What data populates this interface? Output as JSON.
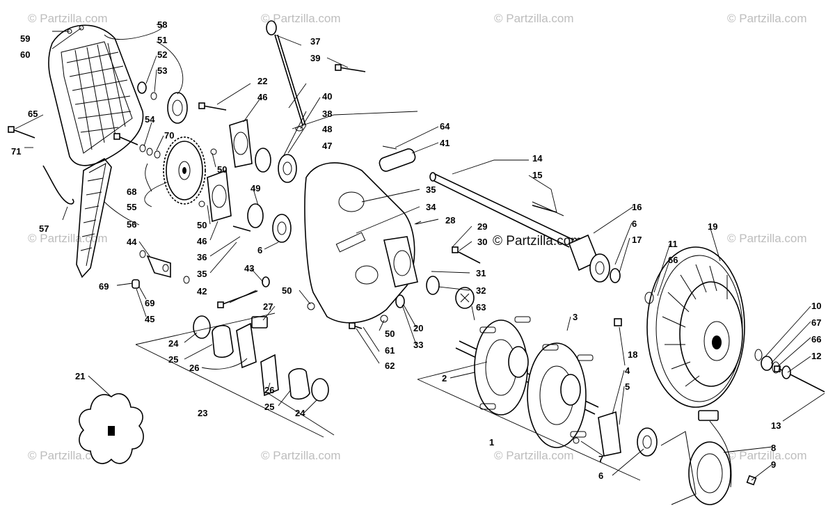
{
  "watermark": {
    "text": "© Partzilla.com"
  },
  "callouts": [
    {
      "id": "c59",
      "text": "59"
    },
    {
      "id": "c60",
      "text": "60"
    },
    {
      "id": "c58",
      "text": "58"
    },
    {
      "id": "c51",
      "text": "51"
    },
    {
      "id": "c52",
      "text": "52"
    },
    {
      "id": "c53",
      "text": "53"
    },
    {
      "id": "c65",
      "text": "65"
    },
    {
      "id": "c71",
      "text": "71"
    },
    {
      "id": "c54",
      "text": "54"
    },
    {
      "id": "c70",
      "text": "70"
    },
    {
      "id": "c22",
      "text": "22"
    },
    {
      "id": "c46a",
      "text": "46"
    },
    {
      "id": "c37",
      "text": "37"
    },
    {
      "id": "c39",
      "text": "39"
    },
    {
      "id": "c40",
      "text": "40"
    },
    {
      "id": "c38",
      "text": "38"
    },
    {
      "id": "c48",
      "text": "48"
    },
    {
      "id": "c47",
      "text": "47"
    },
    {
      "id": "c64",
      "text": "64"
    },
    {
      "id": "c41",
      "text": "41"
    },
    {
      "id": "c50a",
      "text": "50"
    },
    {
      "id": "c49",
      "text": "49"
    },
    {
      "id": "c68",
      "text": "68"
    },
    {
      "id": "c55",
      "text": "55"
    },
    {
      "id": "c56",
      "text": "56"
    },
    {
      "id": "c57",
      "text": "57"
    },
    {
      "id": "c50b",
      "text": "50"
    },
    {
      "id": "c46b",
      "text": "46"
    },
    {
      "id": "c36",
      "text": "36"
    },
    {
      "id": "c35a",
      "text": "35"
    },
    {
      "id": "c6a",
      "text": "6"
    },
    {
      "id": "c35b",
      "text": "35"
    },
    {
      "id": "c34",
      "text": "34"
    },
    {
      "id": "c28",
      "text": "28"
    },
    {
      "id": "c29",
      "text": "29"
    },
    {
      "id": "c30",
      "text": "30"
    },
    {
      "id": "c44",
      "text": "44"
    },
    {
      "id": "c69a",
      "text": "69"
    },
    {
      "id": "c69b",
      "text": "69"
    },
    {
      "id": "c45",
      "text": "45"
    },
    {
      "id": "c43",
      "text": "43"
    },
    {
      "id": "c42",
      "text": "42"
    },
    {
      "id": "c50c",
      "text": "50"
    },
    {
      "id": "c27",
      "text": "27"
    },
    {
      "id": "c31",
      "text": "31"
    },
    {
      "id": "c32",
      "text": "32"
    },
    {
      "id": "c63",
      "text": "63"
    },
    {
      "id": "c20",
      "text": "20"
    },
    {
      "id": "c33",
      "text": "33"
    },
    {
      "id": "c50d",
      "text": "50"
    },
    {
      "id": "c61",
      "text": "61"
    },
    {
      "id": "c62",
      "text": "62"
    },
    {
      "id": "c14",
      "text": "14"
    },
    {
      "id": "c15",
      "text": "15"
    },
    {
      "id": "c16",
      "text": "16"
    },
    {
      "id": "c6b",
      "text": "6"
    },
    {
      "id": "c17",
      "text": "17"
    },
    {
      "id": "c19",
      "text": "19"
    },
    {
      "id": "c11",
      "text": "11"
    },
    {
      "id": "c66a",
      "text": "66"
    },
    {
      "id": "c3",
      "text": "3"
    },
    {
      "id": "c18",
      "text": "18"
    },
    {
      "id": "c10",
      "text": "10"
    },
    {
      "id": "c67",
      "text": "67"
    },
    {
      "id": "c66b",
      "text": "66"
    },
    {
      "id": "c12",
      "text": "12"
    },
    {
      "id": "c24a",
      "text": "24"
    },
    {
      "id": "c25a",
      "text": "25"
    },
    {
      "id": "c26a",
      "text": "26"
    },
    {
      "id": "c21",
      "text": "21"
    },
    {
      "id": "c23",
      "text": "23"
    },
    {
      "id": "c26b",
      "text": "26"
    },
    {
      "id": "c25b",
      "text": "25"
    },
    {
      "id": "c24b",
      "text": "24"
    },
    {
      "id": "c2",
      "text": "2"
    },
    {
      "id": "c4",
      "text": "4"
    },
    {
      "id": "c5",
      "text": "5"
    },
    {
      "id": "c1",
      "text": "1"
    },
    {
      "id": "c7",
      "text": "7"
    },
    {
      "id": "c6c",
      "text": "6"
    },
    {
      "id": "c13",
      "text": "13"
    },
    {
      "id": "c8",
      "text": "8"
    },
    {
      "id": "c9",
      "text": "9"
    }
  ]
}
